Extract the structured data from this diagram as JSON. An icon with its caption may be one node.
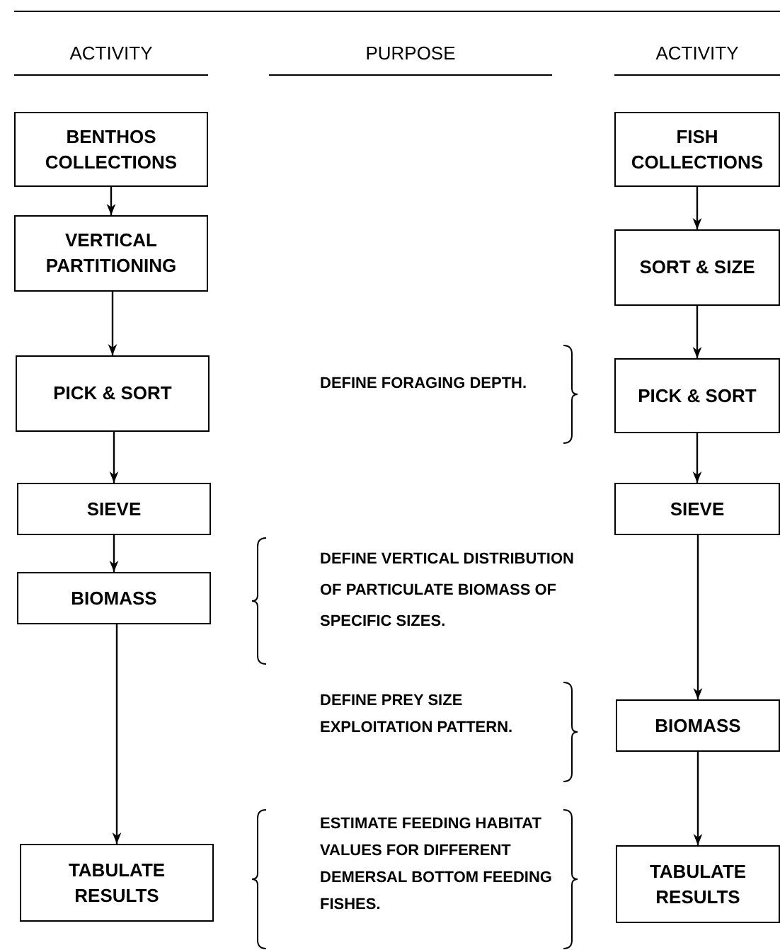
{
  "diagram": {
    "nodes": [
      {
        "text": [
          "BENTHOS COLLECTIONS"
        ]
      },
      {
        "text": [
          "VERTICAL PARTITIONING"
        ]
      },
      {
        "text": [
          "PICK & SORT"
        ]
      },
      {
        "text": [
          "SIEVE"
        ]
      },
      {
        "text": [
          "BIOMASS"
        ]
      },
      {
        "text": [
          "TABULATE RESULTS"
        ]
      },
      {
        "text": [
          "FISH COLLECTIONS"
        ]
      },
      {
        "text": [
          "SORT & SIZE"
        ]
      },
      {
        "text": [
          "PICK & SORT"
        ]
      },
      {
        "text": [
          "SIEVE"
        ]
      },
      {
        "text": [
          "BIOMASS"
        ]
      },
      {
        "text": [
          "TABULATE RESULTS"
        ]
      }
    ],
    "edges": [
      {
        "from": 0,
        "to": 1,
        "arrow": "to"
      },
      {
        "from": 1,
        "to": 2,
        "arrow": "to"
      },
      {
        "from": 2,
        "to": 3,
        "arrow": "to"
      },
      {
        "from": 3,
        "to": 4,
        "arrow": "to"
      },
      {
        "from": 4,
        "to": 5,
        "arrow": "to"
      },
      {
        "from": 6,
        "to": 7,
        "arrow": "to"
      },
      {
        "from": 7,
        "to": 8,
        "arrow": "to"
      },
      {
        "from": 8,
        "to": 9,
        "arrow": "to"
      },
      {
        "from": 9,
        "to": 10,
        "arrow": "to"
      },
      {
        "from": 10,
        "to": 11,
        "arrow": "to"
      }
    ],
    "labels": [
      "ACTIVITY",
      "PURPOSE",
      "ACTIVITY",
      "DEFINE FORAGING DEPTH.",
      "DEFINE VERTICAL DISTRIBUTION OF PARTICULATE BIOMASS OF SPECIFIC SIZES.",
      "DEFINE PREY SIZE EXPLOITATION PATTERN.",
      "ESTIMATE FEEDING HABITAT VALUES FOR DIFFERENT DEMERSAL BOTTOM FEEDING FISHES."
    ]
  }
}
